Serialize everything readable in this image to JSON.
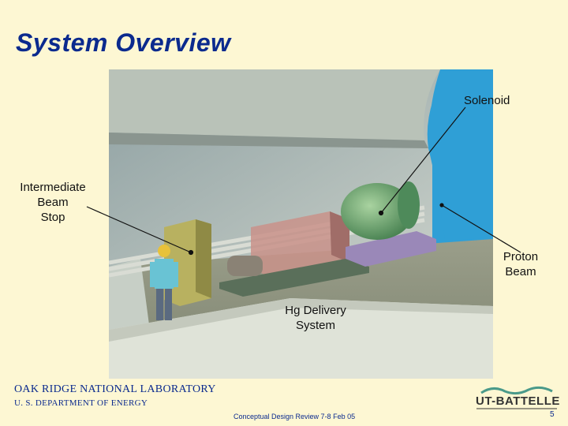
{
  "slide": {
    "title": "System Overview",
    "page_number": "5",
    "footer_text": "Conceptual Design Review 7-8 Feb 05"
  },
  "labels": {
    "solenoid": "Solenoid",
    "intermediate_beam_stop": [
      "Intermediate",
      "Beam",
      "Stop"
    ],
    "proton_beam": [
      "Proton",
      "Beam"
    ],
    "hg_delivery_system": [
      "Hg Delivery",
      "System"
    ]
  },
  "organization": {
    "lab_name": "OAK RIDGE NATIONAL LABORATORY",
    "department": "U. S. DEPARTMENT OF ENERGY",
    "logo_text": "UT-BATTELLE"
  },
  "colors": {
    "background": "#fdf7d3",
    "title": "#0b2a8e"
  }
}
